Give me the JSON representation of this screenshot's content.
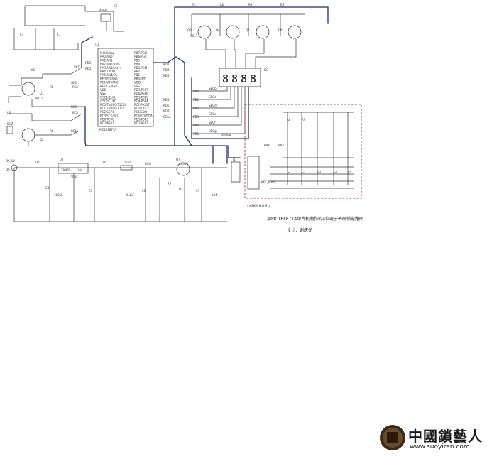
{
  "caption": {
    "title": "用PIC16F877A单片机制作的4位电子密码锁电路图",
    "author": "设计：谢庆光"
  },
  "display": {
    "ref": "DS",
    "digits": [
      "8",
      "8",
      "8",
      "8"
    ]
  },
  "mcu": {
    "ref": "U1",
    "part": "PIC16F877A",
    "left_pins": [
      "MCLR/Vpp",
      "RA0/AN0",
      "RA1/AN1",
      "RA2/AN2/Vref-",
      "RA3/AN3/Vref+",
      "RA4/T0CKI",
      "RA5/AN4/SS",
      "RE0/RD/AN5",
      "RE1/WR/AN6",
      "RE2/CS/AN7",
      "VDD",
      "VSS",
      "OSC1/CLKI",
      "OSC2/CLKO",
      "RC0/T1OSO/T1CKI",
      "RC1/T1OSI/CCP2",
      "RC2/CCP1",
      "RC3/SCK/SCL",
      "RD0/PSP0",
      "RD1/PSP1"
    ],
    "right_pins": [
      "RB7/PGD",
      "RB6/PGC",
      "RB5",
      "RB4",
      "RB3/PGM",
      "RB2",
      "RB1",
      "RB0/INT",
      "VDD",
      "VSS",
      "RD7/PSP7",
      "RD6/PSP6",
      "RD5/PSP5",
      "RD4/PSP4",
      "RC7/RX/DT",
      "RC6/TX/CK",
      "RC5/SDO",
      "RC4/SDI/SDA",
      "RD3/PSP3",
      "RD2/PSP2"
    ]
  },
  "parts": {
    "osc_caps": [
      "C1",
      "C2"
    ],
    "crystal": [
      "4MHz"
    ],
    "reset_cap": [
      "C3"
    ],
    "supply": [
      "DC_9V",
      "DC1"
    ],
    "regulator": [
      "U2",
      "78M05",
      "Vin",
      "Vout",
      "G"
    ],
    "diodes": [
      "D1",
      "D2",
      "D3"
    ],
    "transistors": [
      "Q1",
      "Q2",
      "Q3",
      "Q4",
      "Q5",
      "Q6",
      "Q7"
    ],
    "transistor_parts": [
      "9012",
      "9013",
      "C8050"
    ],
    "resistors": [
      "R1",
      "R2",
      "R3",
      "R4",
      "R5",
      "R6",
      "R7",
      "R8",
      "R9",
      "R10"
    ],
    "relay": [
      "K1"
    ],
    "buzzer": [
      "LS",
      "BUZ"
    ],
    "header": [
      "J1",
      "KEY_PORT"
    ],
    "keys": [
      "S1",
      "S2",
      "S3",
      "S4",
      "S5"
    ],
    "caps": [
      "C4",
      "C5",
      "C6",
      "C7",
      "100uF",
      "0.1uF",
      "104"
    ]
  },
  "nets": [
    "VCC",
    "GND",
    "RB0",
    "RB1",
    "RB2",
    "RB3",
    "RB4",
    "RB5",
    "RB6",
    "RB7",
    "RC0",
    "RC1",
    "RC2",
    "RC3",
    "RC4",
    "RD0",
    "RD1",
    "RD2",
    "RD3",
    "RD4",
    "RD5",
    "RD6",
    "RD7",
    "SEGa",
    "SEGb",
    "SEGc",
    "SEGd",
    "SEGe",
    "SEGf",
    "SEGg",
    "SEGdp"
  ],
  "keypad_note": "4×3矩阵键盘接口"
}
